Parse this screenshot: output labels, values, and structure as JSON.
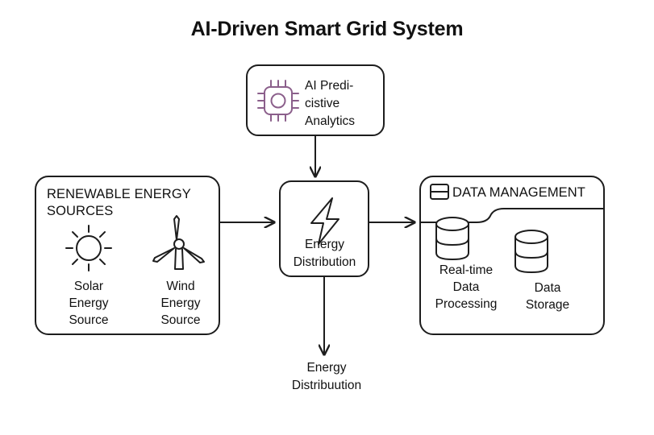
{
  "title": "AI-Driven Smart Grid System",
  "colors": {
    "background": "#ffffff",
    "stroke": "#1d1d1d",
    "text": "#111111",
    "ai_icon": "#8b5f8b"
  },
  "nodes": {
    "ai": {
      "label": "AI Predi-\ncistive\nAnalytics",
      "icon": "cpu-chip-icon"
    },
    "renewable": {
      "header": "RENEWABLE ENERGY\nSOURCES",
      "items": [
        {
          "label": "Solar\nEnergy\nSource",
          "icon": "sun-icon"
        },
        {
          "label": "Wind\nEnergy\nSource",
          "icon": "wind-turbine-icon"
        }
      ]
    },
    "center": {
      "label": "Energy\nDistribution",
      "icon": "lightning-bolt-icon"
    },
    "data_management": {
      "header": "DATA MANAGEMENT",
      "header_icon": "database-table-icon",
      "items": [
        {
          "label": "Real-time\nData\nProcessing",
          "icon": "database-cylinder-icon"
        },
        {
          "label": "Data\nStorage",
          "icon": "database-cylinder-icon"
        }
      ]
    },
    "output": {
      "label": "Energy\nDistribuution"
    }
  },
  "edges": [
    {
      "from": "renewable",
      "to": "center",
      "direction": "right"
    },
    {
      "from": "center",
      "to": "data_management",
      "direction": "right"
    },
    {
      "from": "ai",
      "to": "center",
      "direction": "down"
    },
    {
      "from": "center",
      "to": "output",
      "direction": "down"
    }
  ]
}
